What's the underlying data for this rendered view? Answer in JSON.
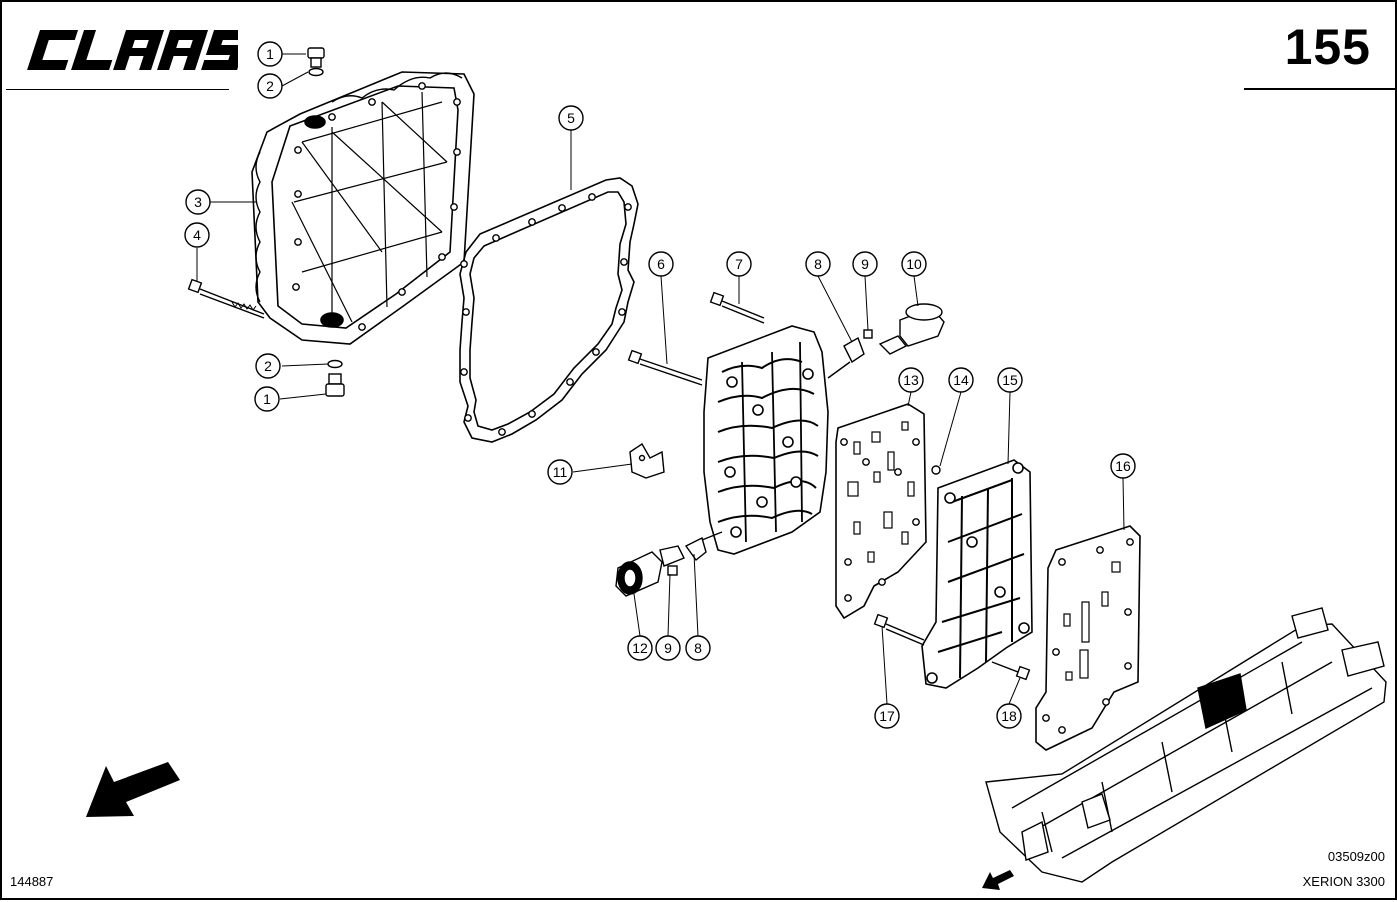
{
  "header": {
    "brand": "CLAAS",
    "page_number": "155"
  },
  "footer": {
    "document_number": "144887",
    "drawing_code": "03509z00",
    "model": "XERION 3300"
  },
  "callouts": [
    "1",
    "2",
    "3",
    "4",
    "2",
    "1",
    "5",
    "6",
    "7",
    "8",
    "9",
    "10",
    "11",
    "12",
    "9",
    "8",
    "13",
    "14",
    "15",
    "16",
    "17",
    "18"
  ]
}
